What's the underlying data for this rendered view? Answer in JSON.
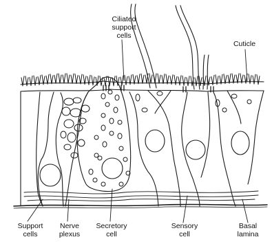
{
  "colors": {
    "ink": "#1a1a1a",
    "background": "#ffffff"
  },
  "labels": {
    "ciliated_support_cells": "Ciliated\nsupport\ncells",
    "cuticle": "Cuticle",
    "support_cells": "Support\ncells",
    "nerve_plexus": "Nerve\nplexus",
    "secretory_cell": "Secretory\ncell",
    "sensory_cell": "Sensory\ncell",
    "basal_lamina": "Basal\nlamina"
  }
}
